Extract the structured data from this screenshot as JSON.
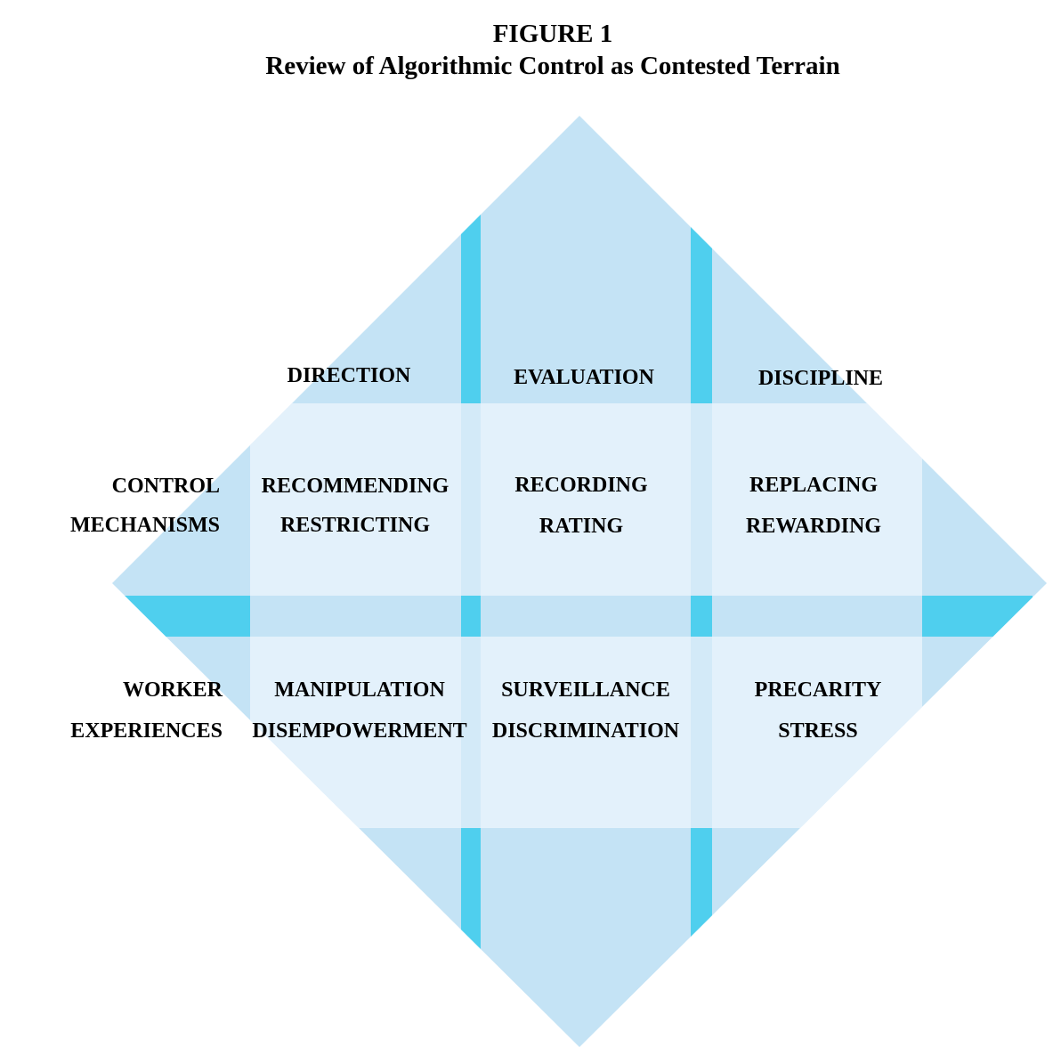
{
  "figure": {
    "label": "FIGURE 1",
    "title": "Review of Algorithmic Control as Contested Terrain"
  },
  "columns": [
    "DIRECTION",
    "EVALUATION",
    "DISCIPLINE"
  ],
  "rows": [
    {
      "label_lines": [
        "CONTROL",
        "MECHANISMS"
      ]
    },
    {
      "label_lines": [
        "WORKER",
        "EXPERIENCES"
      ]
    }
  ],
  "cells": [
    [
      [
        "RECOMMENDING",
        "RESTRICTING"
      ],
      [
        "RECORDING",
        "RATING"
      ],
      [
        "REPLACING",
        "REWARDING"
      ]
    ],
    [
      [
        "MANIPULATION",
        "DISEMPOWERMENT"
      ],
      [
        "SURVEILLANCE",
        "DISCRIMINATION"
      ],
      [
        "PRECARITY",
        "STRESS"
      ]
    ]
  ],
  "colors": {
    "diamond": "#c4e3f5",
    "band": "#4fcfee",
    "cell_light": "#e3f1fb",
    "cell_row_gap": "#c4e3f5"
  }
}
